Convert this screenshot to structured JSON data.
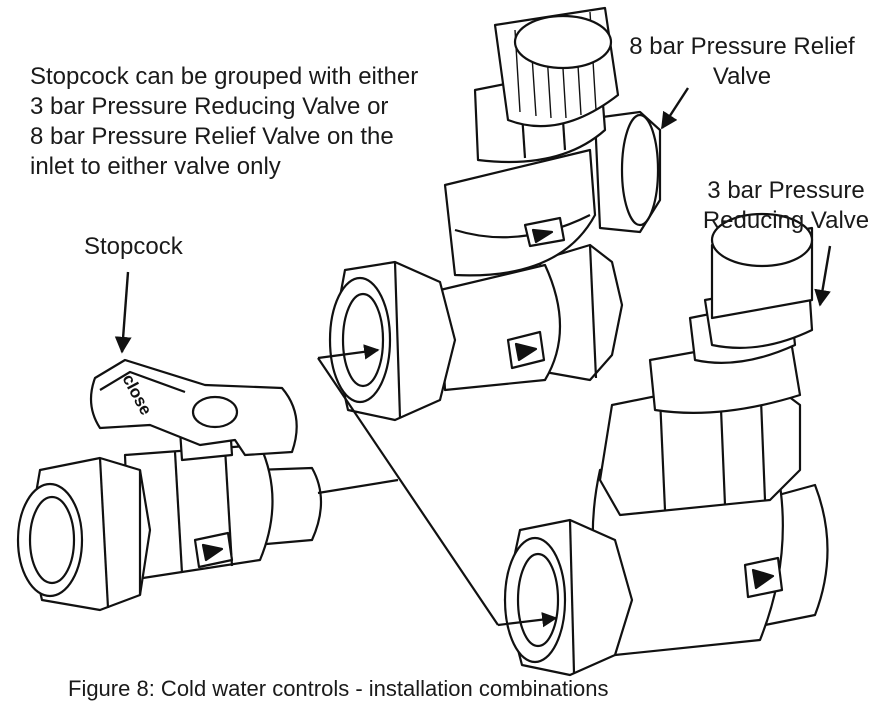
{
  "note": {
    "lines": [
      "Stopcock can be grouped with either",
      "3 bar Pressure Reducing Valve or",
      "8 bar Pressure Relief Valve on the",
      "inlet to either valve only"
    ]
  },
  "labels": {
    "stopcock": "Stopcock",
    "relief_valve": [
      "8 bar Pressure Relief",
      "Valve"
    ],
    "reducing_valve": [
      "3 bar Pressure",
      "Reducing Valve"
    ]
  },
  "stopcock_handle": {
    "text": "close"
  },
  "caption": "Figure 8: Cold water controls - installation combinations"
}
